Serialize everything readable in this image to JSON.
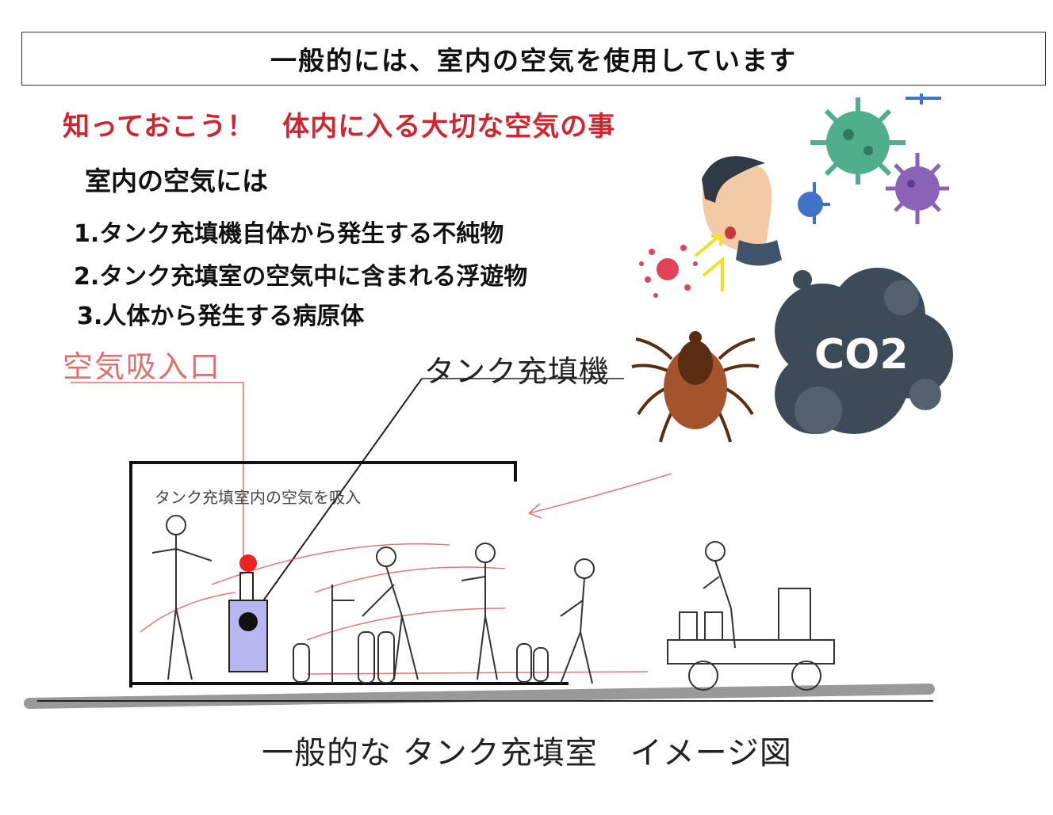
{
  "header": {
    "title": "一般的には、室内の空気を使用しています"
  },
  "panel": {
    "kicker": "知っておこう！　体内に入る大切な空気の事",
    "subhead": "室内の空気には",
    "items": [
      "1.タンク充填機自体から発生する不純物",
      "2.タンク充填室の空気中に含まれる浮遊物",
      "3.人体から発生する病原体"
    ],
    "labels": {
      "intake": "空気吸入口",
      "filler": "タンク充填機",
      "room_note": "タンク充填室内の空気を吸入",
      "co2": "CO2"
    },
    "caption": "一般的な タンク充填室　イメージ図"
  },
  "colors": {
    "accent_red": "#d0252e",
    "intake_red": "#e07070",
    "co2_cloud": "#3d4b58",
    "virus_green": "#4fae8c",
    "virus_purple": "#8a63b8",
    "virus_blue": "#3f73c9",
    "tick_brown": "#9b4a22"
  },
  "icons": [
    "virus-icon",
    "coughing-person-icon",
    "tick-icon",
    "co2-cloud-icon"
  ]
}
